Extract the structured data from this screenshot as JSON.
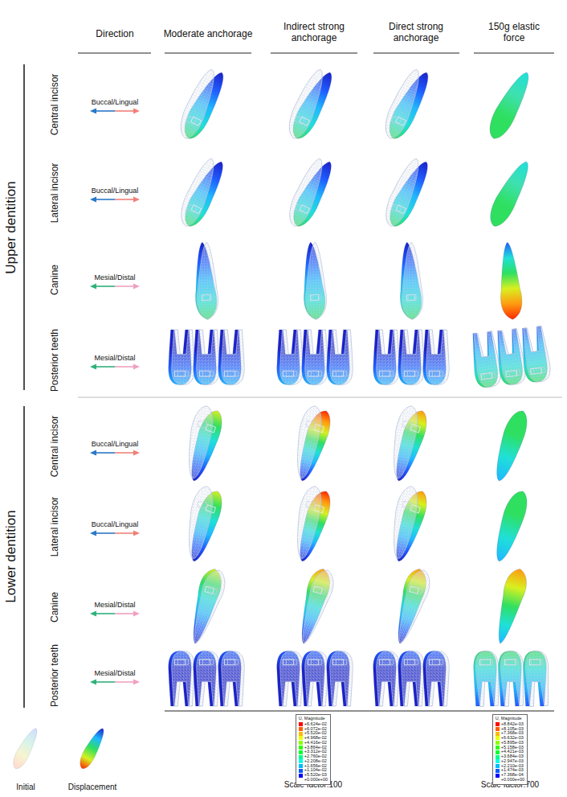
{
  "diagram": {
    "nodes": [
      {
        "text": [
          "U, Magnitude"
        ]
      },
      {
        "text": [
          "U, Magnitude"
        ]
      }
    ],
    "labels": [
      "Direction",
      "Moderate anchorage",
      "Indirect strong anchorage",
      "Direct strong anchorage",
      "150g elastic force",
      "Upper dentition",
      "Central incisor",
      "Buccal/Lingual",
      "Lateral incisor",
      "Buccal/Lingual",
      "Canine",
      "Mesial/Distal",
      "Posterior teeth",
      "Mesial/Distal",
      "Lower dentition",
      "Central incisor",
      "Buccal/Lingual",
      "Lateral incisor",
      "Buccal/Lingual",
      "Canine",
      "Mesial/Distal",
      "Posterior teeth",
      "Mesial/Distal",
      "+0.000e+00",
      "+0.000e+00",
      "Scale factor:100",
      "Scale factor:700",
      "Initial",
      "Displacement"
    ],
    "legend": [
      {
        "text": "+6.624e-02",
        "color": "#ff0000"
      },
      {
        "text": "+6.072e-02",
        "color": "#ff5d00"
      },
      {
        "text": "+5.520e-02",
        "color": "#ffb900"
      },
      {
        "text": "+4.968e-02",
        "color": "#e8ff00"
      },
      {
        "text": "+4.416e-02",
        "color": "#8bff00"
      },
      {
        "text": "+3.864e-02",
        "color": "#2eff00"
      },
      {
        "text": "+3.312e-02",
        "color": "#00ff2e"
      },
      {
        "text": "+2.760e-02",
        "color": "#00ff8b"
      },
      {
        "text": "+2.208e-02",
        "color": "#00ffe8"
      },
      {
        "text": "+1.656e-02",
        "color": "#00b9ff"
      },
      {
        "text": "+1.104e-02",
        "color": "#005dff"
      },
      {
        "text": "+5.520e-03",
        "color": "#0000ff"
      },
      {
        "text": "+8.842e-03",
        "color": "#ff0000"
      },
      {
        "text": "+8.105e-03",
        "color": "#ff5d00"
      },
      {
        "text": "+7.368e-03",
        "color": "#ffb900"
      },
      {
        "text": "+6.632e-03",
        "color": "#e8ff00"
      },
      {
        "text": "+5.895e-03",
        "color": "#8bff00"
      },
      {
        "text": "+5.158e-03",
        "color": "#2eff00"
      },
      {
        "text": "+4.421e-03",
        "color": "#00ff2e"
      },
      {
        "text": "+3.684e-03",
        "color": "#00ff8b"
      },
      {
        "text": "+2.947e-03",
        "color": "#00ffe8"
      },
      {
        "text": "+2.210e-03",
        "color": "#00b9ff"
      },
      {
        "text": "+1.474e-03",
        "color": "#005dff"
      },
      {
        "text": "+7.368e-04",
        "color": "#0000ff"
      }
    ]
  }
}
